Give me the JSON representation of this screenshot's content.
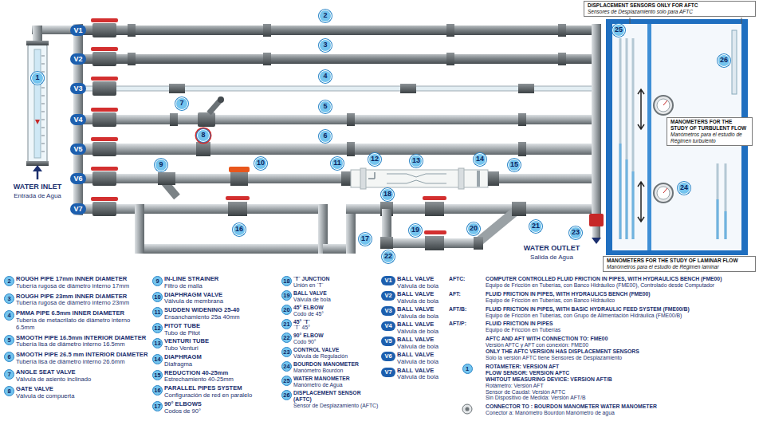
{
  "diagram": {
    "nodes": [
      {
        "text": [
          "DISPLACEMENT SENSORS ONLY FOR AFTC",
          "Sensores de Desplazamiento solo para AFTC"
        ]
      },
      {
        "text": [
          "MANOMETERS FOR THE STUDY OF TURBULENT FLOW",
          "Manómetros para el estudio de Régimen turbulento"
        ]
      },
      {
        "text": [
          "MANOMETERS FOR THE STUDY OF LAMINAR FLOW",
          "Manómetros para el estudio de Régimen laminar"
        ]
      }
    ],
    "labels": [
      "1",
      "WATER INLET",
      "Entrada de Agua",
      "V1",
      "V2",
      "V3",
      "V4",
      "V5",
      "V6",
      "V7",
      "2",
      "3",
      "4",
      "5",
      "6",
      "7",
      "8",
      "9",
      "10",
      "11",
      "12",
      "13",
      "14",
      "15",
      "16",
      "17",
      "18",
      "19",
      "20",
      "21",
      "22",
      "23",
      "WATER OUTLET",
      "Salida de Agua",
      "25",
      "26",
      "24",
      "2",
      "ROUGH PIPE 17mm INNER DIAMETER",
      "Tubería rugosa de diámetro interno 17mm",
      "3",
      "ROUGH PIPE 23mm INNER DIAMETER",
      "Tubería rugosa de diámetro interno 23mm",
      "4",
      "PMMA PIPE 6.5mm INNER DIAMETER",
      "Tubería de metacrilato de diámetro interno 6.5mm",
      "5",
      "SMOOTH PIPE 16.5mm INTERIOR DIAMETER",
      "Tubería lisa de diámetro interno 16.5mm",
      "6",
      "SMOOTH PIPE 26.5 mm INTERIOR DIAMETER",
      "Tubería lisa de diámetro interno 26.6mm",
      "7",
      "ANGLE SEAT VALVE",
      "Válvula de asiento inclinado",
      "8",
      "GATE VALVE",
      "Válvula de compuerta",
      "9",
      "IN-LINE STRAINER",
      "Filtro de malla",
      "10",
      "DIAPHRAGM VALVE",
      "Válvula de membrana",
      "11",
      "SUDDEN WIDENING 25-40",
      "Ensanchamiento 25a 40mm",
      "12",
      "PITOT TUBE",
      "Tubo de Pitot",
      "13",
      "VENTURI TUBE",
      "Tubo Venturi",
      "14",
      "DIAPHRAGM",
      "Diafragma",
      "15",
      "REDUCTION 40-25mm",
      "Estrechamiento 40-25mm",
      "16",
      "PARALLEL PIPES SYSTEM",
      "Configuración de red en paralelo",
      "17",
      "90° ELBOWS",
      "Codos de 90°",
      "18",
      "`T´ JUNCTION",
      "Unión en `T´",
      "19",
      "BALL VALVE",
      "Válvula de bola",
      "20",
      "45° ELBOW",
      "Codo de 45°",
      "21",
      "45° `T´",
      "`T´ 45°",
      "22",
      "90° ELBOW",
      "Codo 90°",
      "23",
      "CONTROL VALVE",
      "Válvula de Regulación",
      "24",
      "BOURDON MANOMETER",
      "Manómetro Bourdon",
      "25",
      "WATER MANOMETER",
      "Manómetro de Agua",
      "26",
      "DISPLACEMENT SENSOR (AFTC)",
      "Sensor de Desplazamiento (AFTC)",
      "V1",
      "BALL VALVE",
      "Válvula de bola",
      "V2",
      "BALL VALVE",
      "Válvula de bola",
      "V3",
      "BALL VALVE",
      "Válvula de bola",
      "V4",
      "BALL VALVE",
      "Válvula de bola",
      "V5",
      "BALL VALVE",
      "Válvula de bola",
      "V6",
      "BALL VALVE",
      "Válvula de bola",
      "V7",
      "BALL VALVE",
      "Válvula de bola",
      "AFTC:",
      "COMPUTER CONTROLLED FLUID FRICTION IN PIPES, WITH HYDRAULICS BENCH (FME00)",
      "Equipo de Fricción en Tuberías, con Banco Hidráulico (FME00), Controlado desde Computador",
      "AFT:",
      "FLUID FRICTION IN PIPES, WITH HYDRAULICS BENCH (FME00)",
      "Equipo de Fricción en Tuberías, con Banco Hidráulico",
      "AFT/B:",
      "FLUID FRICTION IN PIPES, WITH BASIC HYDRAULIC FEED SYSTEM (FME00/B)",
      "Equipo de Fricción en Tuberías, con Grupo de Alimentación Hidráulica (FME00/B)",
      "AFT/P:",
      "FLUID FRICTION IN PIPES",
      "Equipo de Fricción en Tuberías",
      "AFTC AND AFT WITH CONNECTION TO: FME00",
      "Versión AFTC y AFT con conexión: FME00",
      "ONLY THE AFTC VERSION HAS DISPLACEMENT SENSORS",
      "Solo la versión AFTC tiene Sensores de Desplazamiento",
      "1",
      "ROTAMETER: VERSION AFT",
      "FLOW SENSOR: VERSION AFTC",
      "WHITOUT MEASURING DEVICE: VERSION AFT/B",
      "Rotámetro: Versión AFT",
      "Sensor de Caudal: Versión AFTC",
      "Sin Dispositivo de Medida: Versión AFT/B",
      "CONNECTOR TO : BOURDON MANOMETER WATER MANOMETER",
      "Conector a: Manómetro Bourdon Manómetro de agua"
    ]
  }
}
